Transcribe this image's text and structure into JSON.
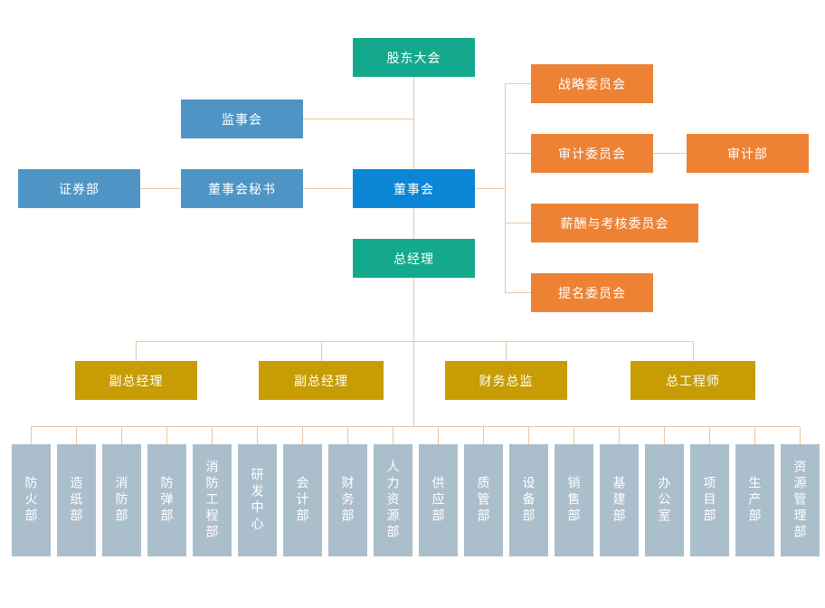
{
  "chart_type": "organization-chart",
  "colors": {
    "teal": "#14A98C",
    "steel_blue": "#4E95C5",
    "bright_blue": "#0A86D4",
    "orange": "#ED8235",
    "gold": "#C79C04",
    "slate_blue": "#ABBECB",
    "connector": "#EBC7A3",
    "text": "#FFFFFF"
  },
  "nodes": {
    "shareholders": "股东大会",
    "supervisory_board": "监事会",
    "securities_dept": "证券部",
    "board_secretary": "董事会秘书",
    "board": "董事会",
    "general_manager": "总经理",
    "audit_dept": "审计部",
    "committees": [
      "战略委员会",
      "审计委员会",
      "薪酬与考核委员会",
      "提名委员会"
    ],
    "executives": [
      "副总经理",
      "副总经理",
      "财务总监",
      "总工程师"
    ],
    "departments": [
      "防火部",
      "造纸部",
      "消防部",
      "防弹部",
      "消防工程部",
      "研发中心",
      "会计部",
      "财务部",
      "人力资源部",
      "供应部",
      "质管部",
      "设备部",
      "销售部",
      "基建部",
      "办公室",
      "项目部",
      "生产部",
      "资源管理部"
    ]
  }
}
